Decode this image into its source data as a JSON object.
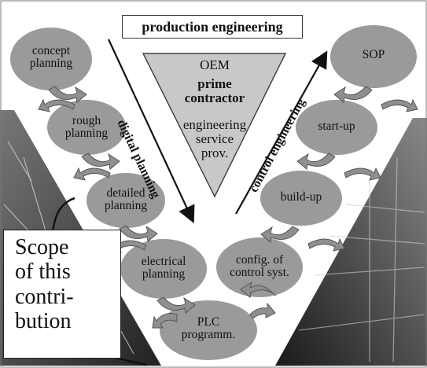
{
  "title": "production engineering",
  "triangle": {
    "line1": "OEM",
    "line2": "prime\ncontractor",
    "line3": "engineering\nservice\nprov."
  },
  "axes": {
    "left": "digital planning",
    "right": "control engineering"
  },
  "left_nodes": [
    {
      "label": "concept\nplanning"
    },
    {
      "label": "rough\nplanning"
    },
    {
      "label": "detailed\nplanning"
    },
    {
      "label": "electrical\nplanning"
    }
  ],
  "bottom_node": {
    "label": "PLC\nprogramm."
  },
  "right_nodes": [
    {
      "label": "config. of\ncontrol syst."
    },
    {
      "label": "build-up"
    },
    {
      "label": "start-up"
    },
    {
      "label": "SOP"
    }
  ],
  "scope": {
    "text": "Scope\nof this\ncontri-\nbution"
  },
  "colors": {
    "node_fill": "#9a9a9a",
    "triangle_fill": "#c8c8c8",
    "arrow_fill": "#8f8f8f"
  }
}
